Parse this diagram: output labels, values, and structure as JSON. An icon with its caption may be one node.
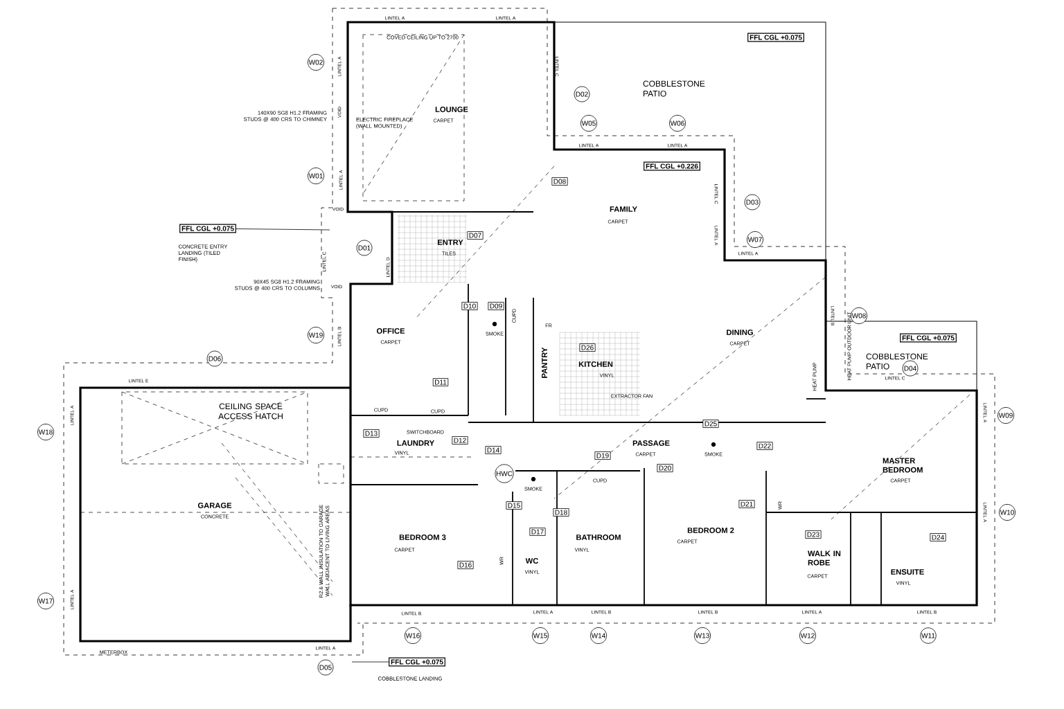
{
  "diagram": {
    "nodes": [
      {
        "text": [
          "FFL CGL +0.075"
        ]
      },
      {
        "text": [
          "W02"
        ]
      },
      {
        "text": [
          "D02"
        ]
      },
      {
        "text": [
          "W05"
        ]
      },
      {
        "text": [
          "W06"
        ]
      },
      {
        "text": [
          "FFL CGL +0.226"
        ]
      },
      {
        "text": [
          "W01"
        ]
      },
      {
        "text": [
          "D08"
        ]
      },
      {
        "text": [
          "D03"
        ]
      },
      {
        "text": [
          "FFL CGL +0.075"
        ],
        "beside": [
          "CONCRETE ENTRY LANDING (TILED FINISH)"
        ]
      },
      {
        "text": [
          "D07"
        ]
      },
      {
        "text": [
          "W07"
        ]
      },
      {
        "text": [
          "D01"
        ]
      },
      {
        "text": [
          "D10"
        ]
      },
      {
        "text": [
          "D09"
        ]
      },
      {
        "text": [
          "W08"
        ]
      },
      {
        "text": [
          "W19"
        ]
      },
      {
        "text": [
          "FFL CGL +0.075"
        ]
      },
      {
        "text": [
          "D26"
        ]
      },
      {
        "text": [
          "D06"
        ]
      },
      {
        "text": [
          "D04"
        ]
      },
      {
        "text": [
          "D11"
        ]
      },
      {
        "text": [
          "W09"
        ]
      },
      {
        "text": [
          "W18"
        ]
      },
      {
        "text": [
          "D13"
        ]
      },
      {
        "text": [
          "D25"
        ]
      },
      {
        "text": [
          "D12"
        ]
      },
      {
        "text": [
          "D22"
        ]
      },
      {
        "text": [
          "D14"
        ]
      },
      {
        "text": [
          "D19"
        ]
      },
      {
        "text": [
          "D20"
        ]
      },
      {
        "text": [
          "HWC"
        ]
      },
      {
        "text": [
          "D15"
        ]
      },
      {
        "text": [
          "D21"
        ]
      },
      {
        "text": [
          "W10"
        ]
      },
      {
        "text": [
          "D18"
        ]
      },
      {
        "text": [
          "D17"
        ]
      },
      {
        "text": [
          "D23"
        ]
      },
      {
        "text": [
          "D24"
        ]
      },
      {
        "text": [
          "D16"
        ]
      },
      {
        "text": [
          "W17"
        ]
      },
      {
        "text": [
          "W16"
        ]
      },
      {
        "text": [
          "W15"
        ]
      },
      {
        "text": [
          "W14"
        ]
      },
      {
        "text": [
          "W13"
        ]
      },
      {
        "text": [
          "W12"
        ]
      },
      {
        "text": [
          "W11"
        ]
      },
      {
        "text": [
          "FFL CGL +0.075"
        ],
        "beside": [
          "COBBLESTONE LANDING"
        ]
      },
      {
        "text": [
          "D05"
        ]
      }
    ],
    "edges": [
      {
        "from": 9,
        "to": null,
        "arrow": "none"
      },
      {
        "from": 47,
        "to": null,
        "arrow": "none"
      }
    ],
    "labels": [
      "LINTEL A",
      "LINTEL A",
      "COVED CEILING UP TO 2700",
      "LINTEL A",
      "LINTEL C",
      "140X90 SG8 H1.2 FRAMING STUDS @ 400 CRS TO CHIMNEY",
      "VOID",
      "ELECTRIC FIREPLACE (WALL MOUNTED)",
      "LOUNGE",
      "CARPET",
      "COBBLESTONE PATIO",
      "LINTEL A",
      "LINTEL A",
      "LINTEL A",
      "FAMILY",
      "CARPET",
      "LINTEL C",
      "VOID",
      "LINTEL A",
      "LINTEL A",
      "ENTRY",
      "TILES",
      "LINTEL C",
      "LINTEL D",
      "90X45 SG8 H1.2 FRAMING STUDS @ 400 CRS TO COLUMNS",
      "VOID",
      "SMOKE",
      "CUPD",
      "OFFICE",
      "CARPET",
      "LINTEL B",
      "FR",
      "PANTRY",
      "KITCHEN",
      "VINYL",
      "DINING",
      "CARPET",
      "LINTEL B",
      "HEAT PUMP OUTDOOR UNIT",
      "COBBLESTONE PATIO",
      "LINTEL C",
      "HEAT PUMP",
      "EXTRACTOR FAN",
      "LINTEL E",
      "CUPD",
      "CUPD",
      "SWITCHBOARD",
      "LAUNDRY",
      "VINYL",
      "CEILING SPACE ACCESS HATCH",
      "PASSAGE",
      "CARPET",
      "SMOKE",
      "MASTER BEDROOM",
      "SMOKE",
      "CUPD",
      "CARPET",
      "GARAGE",
      "CONCRETE",
      "R2.6 WALL INSULATION TO GARAGE WALL ADJACENT TO LIVING AREAS",
      "BEDROOM 3",
      "CARPET",
      "WR",
      "BEDROOM 2",
      "CARPET",
      "WR",
      "WC",
      "VINYL",
      "BATHROOM",
      "VINYL",
      "WALK IN ROBE",
      "CARPET",
      "ENSUITE",
      "VINYL",
      "LINTEL B",
      "LINTEL A",
      "LINTEL B",
      "LINTEL B",
      "LINTEL A",
      "LINTEL B",
      "LINTEL A",
      "LINTEL A",
      "METERBOX",
      "LINTEL A",
      "LINTEL A",
      "LINTEL A"
    ]
  }
}
